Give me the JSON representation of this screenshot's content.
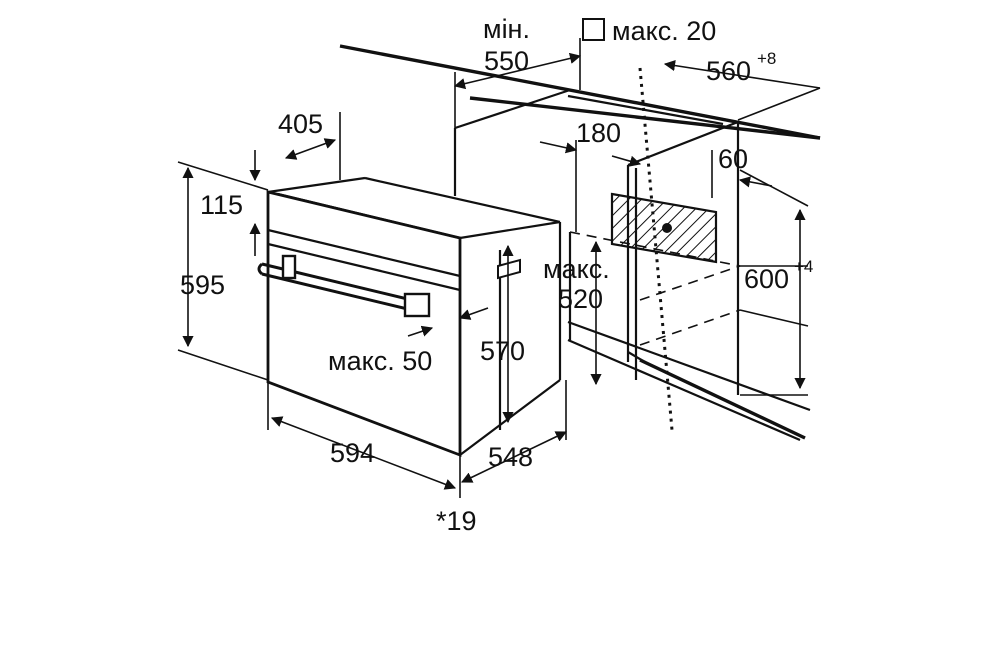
{
  "labels": {
    "min": "мін.",
    "width_550": "550",
    "max20": "макс. 20",
    "width_560": "560",
    "width_560_tol": "+8",
    "depth_405": "405",
    "depth_180": "180",
    "offset_60": "60",
    "height_115": "115",
    "height_595": "595",
    "max_520": "макс.",
    "value_520": "520",
    "height_600": "600",
    "height_600_tol": "+4",
    "max50": "макс. 50",
    "height_570": "570",
    "width_594": "594",
    "depth_548": "548",
    "front_19": "*19"
  },
  "icons": {
    "checkbox": "square-icon"
  }
}
